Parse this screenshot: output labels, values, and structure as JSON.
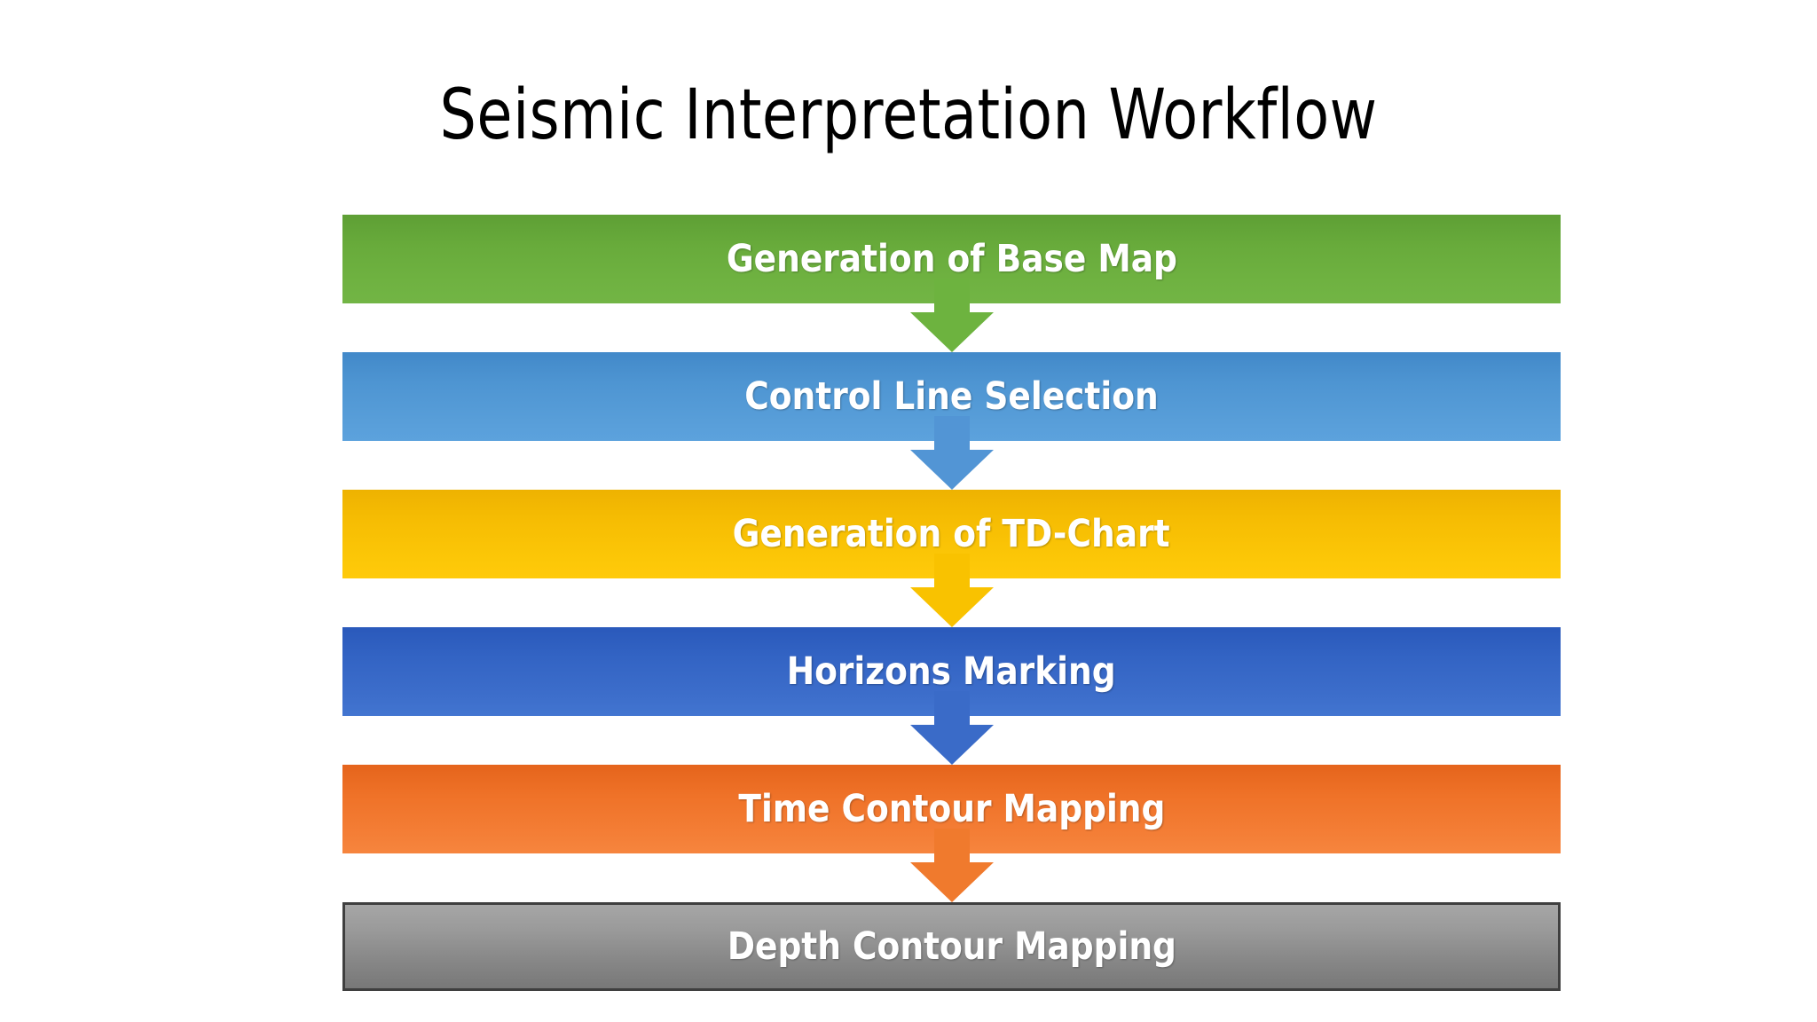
{
  "slide": {
    "title": "Seismic Interpretation Workflow",
    "background": "#ffffff"
  },
  "chart_data": {
    "type": "diagram",
    "diagram_kind": "vertical-process-flow",
    "title": "Seismic Interpretation Workflow",
    "orientation": "top-to-bottom",
    "connector": "down-arrow",
    "step_count": 6,
    "steps": [
      {
        "order": 1,
        "label": "Generation of Base Map",
        "color": "#6db33f",
        "color_name": "green",
        "text_color": "#ffffff",
        "has_border": false,
        "arrow_to_next": true,
        "arrow_color": "#6db33f"
      },
      {
        "order": 2,
        "label": "Control Line Selection",
        "color": "#5295d5",
        "color_name": "light-blue",
        "text_color": "#ffffff",
        "has_border": false,
        "arrow_to_next": true,
        "arrow_color": "#5295d5"
      },
      {
        "order": 3,
        "label": "Generation of TD-Chart",
        "color": "#f9c200",
        "color_name": "yellow",
        "text_color": "#ffffff",
        "has_border": false,
        "arrow_to_next": true,
        "arrow_color": "#f9c200"
      },
      {
        "order": 4,
        "label": "Horizons Marking",
        "color": "#3a6bc8",
        "color_name": "dark-blue",
        "text_color": "#ffffff",
        "has_border": false,
        "arrow_to_next": true,
        "arrow_color": "#3a6bc8"
      },
      {
        "order": 5,
        "label": "Time Contour Mapping",
        "color": "#f07a2d",
        "color_name": "orange",
        "text_color": "#ffffff",
        "has_border": false,
        "arrow_to_next": true,
        "arrow_color": "#f07a2d"
      },
      {
        "order": 6,
        "label": "Depth Contour Mapping",
        "color": "#8c8c8c",
        "color_name": "gray",
        "text_color": "#ffffff",
        "has_border": true,
        "border_color": "#3f3f3f",
        "arrow_to_next": false,
        "arrow_color": ""
      }
    ]
  }
}
